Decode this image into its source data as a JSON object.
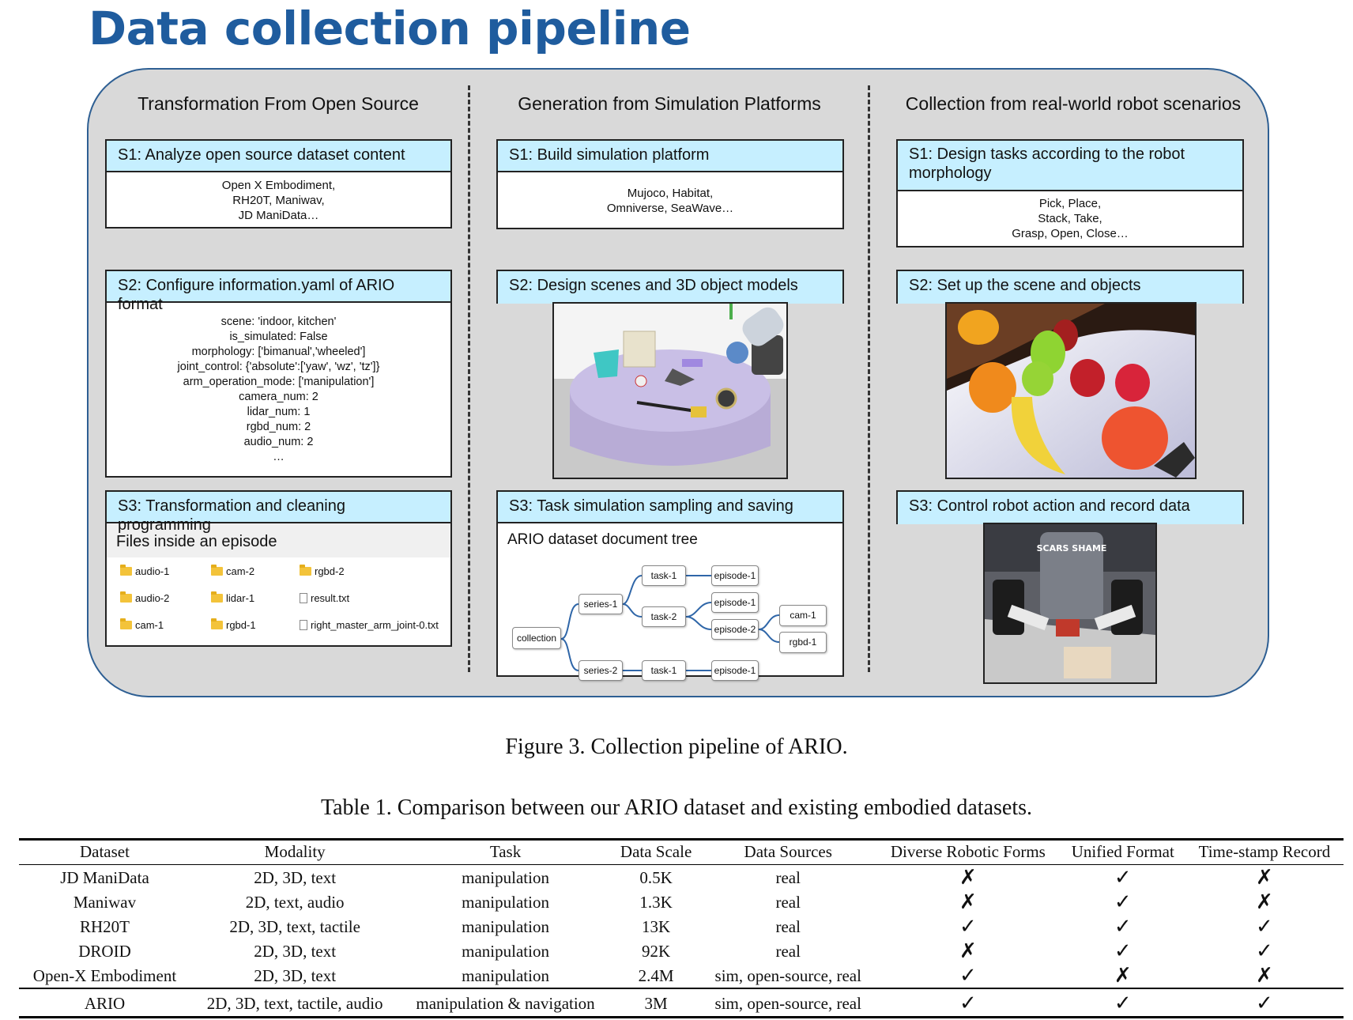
{
  "header": {
    "title": "Data collection pipeline"
  },
  "columns": [
    {
      "heading": "Transformation From Open Source",
      "steps": [
        {
          "label": "S1: Analyze open source dataset content",
          "body": [
            "Open X Embodiment,",
            "RH20T, Maniwav,",
            "JD ManiData…"
          ]
        },
        {
          "label": "S2: Configure information.yaml of ARIO format",
          "body": [
            "scene: 'indoor, kitchen'",
            "is_simulated: False",
            "morphology: ['bimanual','wheeled']",
            "joint_control: {'absolute':['yaw', 'wz', 'tz']}",
            "arm_operation_mode: ['manipulation']",
            "camera_num: 2",
            "lidar_num: 1",
            "rgbd_num: 2",
            "audio_num: 2",
            "…"
          ]
        },
        {
          "label": "S3: Transformation and cleaning programming",
          "files_title": "Files inside an episode",
          "files": [
            {
              "name": "audio-1",
              "type": "folder"
            },
            {
              "name": "cam-2",
              "type": "folder"
            },
            {
              "name": "rgbd-2",
              "type": "folder"
            },
            {
              "name": "audio-2",
              "type": "folder"
            },
            {
              "name": "lidar-1",
              "type": "folder"
            },
            {
              "name": "result.txt",
              "type": "file"
            },
            {
              "name": "cam-1",
              "type": "folder"
            },
            {
              "name": "rgbd-1",
              "type": "folder"
            },
            {
              "name": "right_master_arm_joint-0.txt",
              "type": "file"
            }
          ]
        }
      ]
    },
    {
      "heading": "Generation from Simulation Platforms",
      "steps": [
        {
          "label": "S1: Build simulation platform",
          "body": [
            "Mujoco, Habitat,",
            "Omniverse, SeaWave…"
          ]
        },
        {
          "label": "S2: Design scenes and 3D object models"
        },
        {
          "label": "S3: Task simulation sampling and saving",
          "tree_title": "ARIO dataset document tree",
          "tree": {
            "collection": "collection",
            "series1": "series-1",
            "series2": "series-2",
            "task1": "task-1",
            "task2": "task-2",
            "task1b": "task-1",
            "ep1": "episode-1",
            "ep1b": "episode-1",
            "ep2": "episode-2",
            "ep1c": "episode-1",
            "cam1": "cam-1",
            "rgbd1": "rgbd-1"
          }
        }
      ]
    },
    {
      "heading": "Collection from real-world robot scenarios",
      "steps": [
        {
          "label": "S1: Design tasks according to the robot morphology",
          "body": [
            "Pick, Place,",
            "Stack, Take,",
            "Grasp, Open, Close…"
          ]
        },
        {
          "label": "S2: Set up the scene and objects"
        },
        {
          "label": "S3: Control robot action and record data",
          "shirt_text": "SCARS SHAME"
        }
      ]
    }
  ],
  "figure_caption": "Figure 3. Collection pipeline of ARIO.",
  "table": {
    "caption": "Table 1. Comparison between our ARIO dataset and existing embodied datasets.",
    "headers": [
      "Dataset",
      "Modality",
      "Task",
      "Data Scale",
      "Data Sources",
      "Diverse Robotic Forms",
      "Unified Format",
      "Time-stamp Record"
    ],
    "rows": [
      [
        "JD ManiData",
        "2D, 3D, text",
        "manipulation",
        "0.5K",
        "real",
        "✗",
        "✓",
        "✗"
      ],
      [
        "Maniwav",
        "2D, text, audio",
        "manipulation",
        "1.3K",
        "real",
        "✗",
        "✓",
        "✗"
      ],
      [
        "RH20T",
        "2D, 3D, text, tactile",
        "manipulation",
        "13K",
        "real",
        "✓",
        "✓",
        "✓"
      ],
      [
        "DROID",
        "2D, 3D, text",
        "manipulation",
        "92K",
        "real",
        "✗",
        "✓",
        "✓"
      ],
      [
        "Open-X Embodiment",
        "2D, 3D, text",
        "manipulation",
        "2.4M",
        "sim, open-source, real",
        "✓",
        "✗",
        "✗"
      ],
      [
        "ARIO",
        "2D, 3D, text, tactile, audio",
        "manipulation & navigation",
        "3M",
        "sim, open-source, real",
        "✓",
        "✓",
        "✓"
      ]
    ]
  }
}
